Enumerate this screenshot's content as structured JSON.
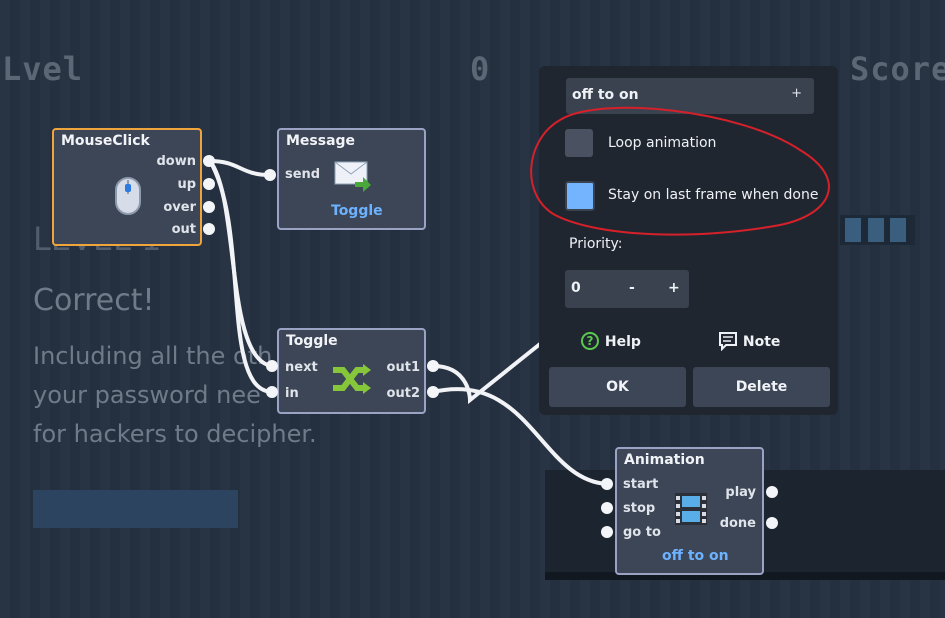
{
  "hud": {
    "left": "Lvel",
    "center": "0",
    "right": "Score"
  },
  "background": {
    "heading_partial": "LEVEL 1",
    "correct": "Correct!",
    "lines": [
      "Including all the oth",
      "your password nee",
      "for hackers to decipher."
    ]
  },
  "nodes": {
    "mouseclick": {
      "title": "MouseClick",
      "outputs": [
        "down",
        "up",
        "over",
        "out"
      ]
    },
    "message": {
      "title": "Message",
      "inputs": [
        "send"
      ],
      "value": "Toggle"
    },
    "toggle": {
      "title": "Toggle",
      "inputs": [
        "next",
        "in"
      ],
      "outputs": [
        "out1",
        "out2"
      ]
    },
    "animation": {
      "title": "Animation",
      "inputs": [
        "start",
        "stop",
        "go to"
      ],
      "outputs": [
        "play",
        "done"
      ],
      "value": "off to on"
    }
  },
  "panel": {
    "dropdown_value": "off to on",
    "dropdown_icon": "+",
    "loop_label": "Loop animation",
    "loop_checked": false,
    "stay_label": "Stay on last frame when done",
    "stay_checked": true,
    "priority_label": "Priority:",
    "priority_value": "0",
    "minus": "-",
    "plus": "+",
    "help_label": "Help",
    "note_label": "Note",
    "ok_label": "OK",
    "delete_label": "Delete",
    "colors": {
      "unchecked": "#4a5261",
      "checked": "#74b4ff",
      "annotation": "#d6202a"
    }
  }
}
